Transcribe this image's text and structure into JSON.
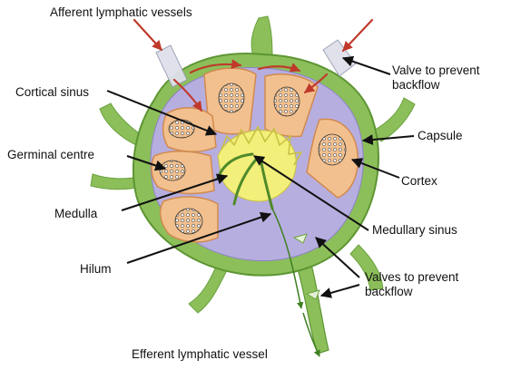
{
  "diagram": {
    "labels": {
      "afferent": "Afferent lymphatic vessels",
      "valve_backflow": "Valve to prevent\nbackflow",
      "cortical_sinus": "Cortical sinus",
      "capsule": "Capsule",
      "germinal_centre": "Germinal centre",
      "cortex": "Cortex",
      "medulla": "Medulla",
      "medullary_sinus": "Medullary sinus",
      "hilum": "Hilum",
      "valves_backflow": "Valves to prevent\nbackflow",
      "efferent": "Efferent lymphatic vessel"
    },
    "colors": {
      "capsule": "#8cbf5a",
      "capsule_dark": "#4f8a2a",
      "sinus": "#b7aee0",
      "cortex": "#f2c08e",
      "cortex_edge": "#d18a4e",
      "medulla": "#f2ef7a",
      "flow_arrow": "#c0392b",
      "pointer": "#111111"
    }
  }
}
